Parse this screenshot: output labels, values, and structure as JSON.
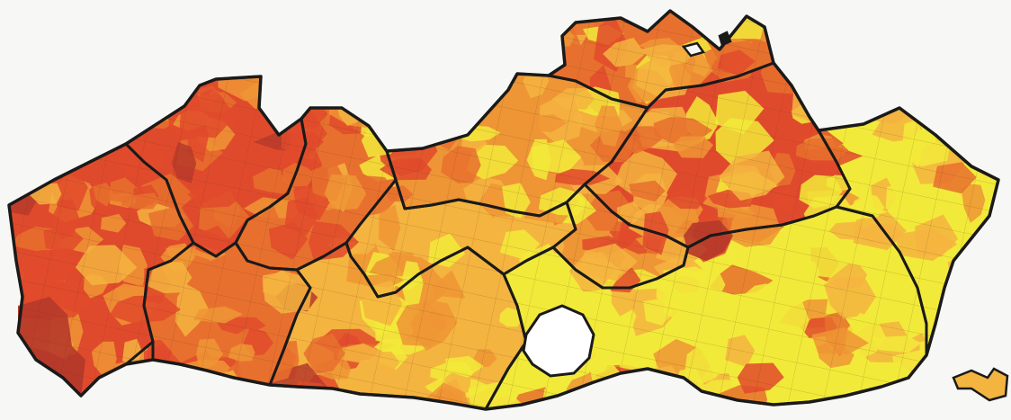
{
  "map": {
    "colors": {
      "background": "#f7f7f5",
      "yellow": "#f2ea3a",
      "light_orange": "#f4b440",
      "orange": "#ee9535",
      "dark_orange": "#e8702e",
      "red": "#e04a2c",
      "dark_red": "#b73a2a",
      "outline": "#1a1a1a",
      "hole": "#ffffff"
    },
    "legend_levels": [
      "yellow",
      "light_orange",
      "orange",
      "dark_orange",
      "red",
      "dark_red"
    ],
    "regions": [
      {
        "id": "west-coast",
        "level": "red"
      },
      {
        "id": "west-north",
        "level": "red"
      },
      {
        "id": "west-central",
        "level": "dark_orange"
      },
      {
        "id": "west-south",
        "level": "dark_orange"
      },
      {
        "id": "center-north",
        "level": "orange"
      },
      {
        "id": "center-central",
        "level": "light_orange"
      },
      {
        "id": "center-south",
        "level": "light_orange"
      },
      {
        "id": "north-border",
        "level": "dark_orange"
      },
      {
        "id": "east-north",
        "level": "red"
      },
      {
        "id": "east-central",
        "level": "orange"
      },
      {
        "id": "east-south",
        "level": "yellow"
      },
      {
        "id": "far-east",
        "level": "yellow"
      },
      {
        "id": "southwest-hotspot",
        "level": "dark_red"
      },
      {
        "id": "east-hotspot",
        "level": "dark_red"
      }
    ]
  }
}
